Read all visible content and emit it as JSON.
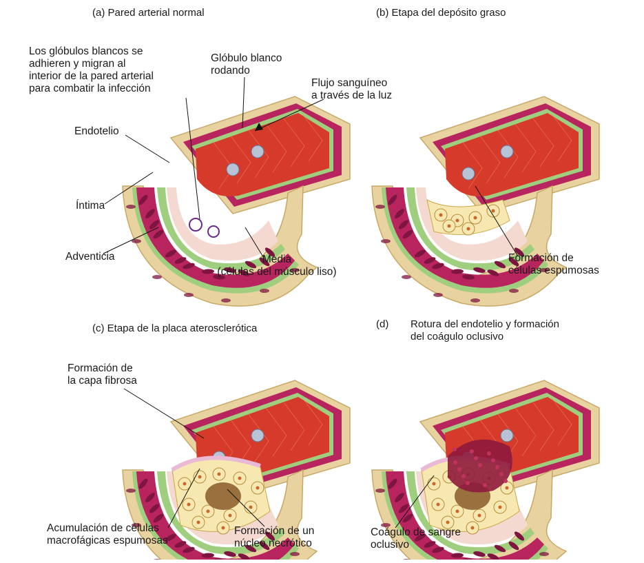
{
  "panels": {
    "a": {
      "caption": "(a)  Pared arterial normal",
      "wbc_note": [
        "Los glóbulos blancos se",
        "adhieren y migran al",
        "interior de la pared arterial",
        "para combatir la infección"
      ],
      "rolling": [
        "Glóbulo blanco",
        "rodando"
      ],
      "flow": [
        "Flujo sanguíneo",
        "a través de la luz"
      ],
      "endotelio": "Endotelio",
      "intima": "Íntima",
      "adventicia": "Adventicia",
      "media": [
        "Media",
        "(células del músculo liso)"
      ]
    },
    "b": {
      "caption": "(b)  Etapa del depósito graso",
      "foam": [
        "Formación de",
        "células espumosas"
      ]
    },
    "c": {
      "caption": "(c)  Etapa de la placa aterosclerótica",
      "fibrous": [
        "Formación de",
        "la capa fibrosa"
      ],
      "macro": [
        "Acumulación de células",
        "macrofágicas espumosas"
      ],
      "necrotic": [
        "Formación de un",
        "núcleo necrótico"
      ]
    },
    "d": {
      "caption_tag": "(d)",
      "caption": [
        "Rotura del endotelio y formación",
        "del coágulo oclusivo"
      ],
      "clot": [
        "Coágulo de sangre",
        "oclusivo"
      ]
    }
  },
  "colors": {
    "adventitia": "#e8d2a0",
    "adventitia_edge": "#c7a866",
    "media": "#b8245e",
    "media_cell": "#7d1540",
    "intima": "#9fcf7e",
    "lumen": "#d63a2a",
    "lumen_light": "#ef8a6a",
    "endothelium": "#f3d9d0",
    "foam_cell": "#f7e7b0",
    "necrotic": "#8a5a2a",
    "clot": "#8e1a3c",
    "wbc": "#b9c3d6"
  }
}
